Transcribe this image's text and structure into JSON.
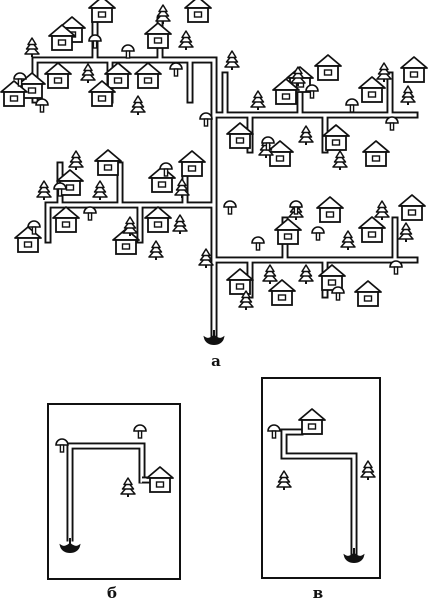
{
  "figure": {
    "labels": {
      "a": "а",
      "b": "б",
      "v": "в"
    },
    "colors": {
      "ink": "#111111",
      "paper": "#ffffff"
    },
    "icons": [
      "house-icon",
      "tree-icon",
      "mushroom-icon",
      "root-icon"
    ]
  }
}
